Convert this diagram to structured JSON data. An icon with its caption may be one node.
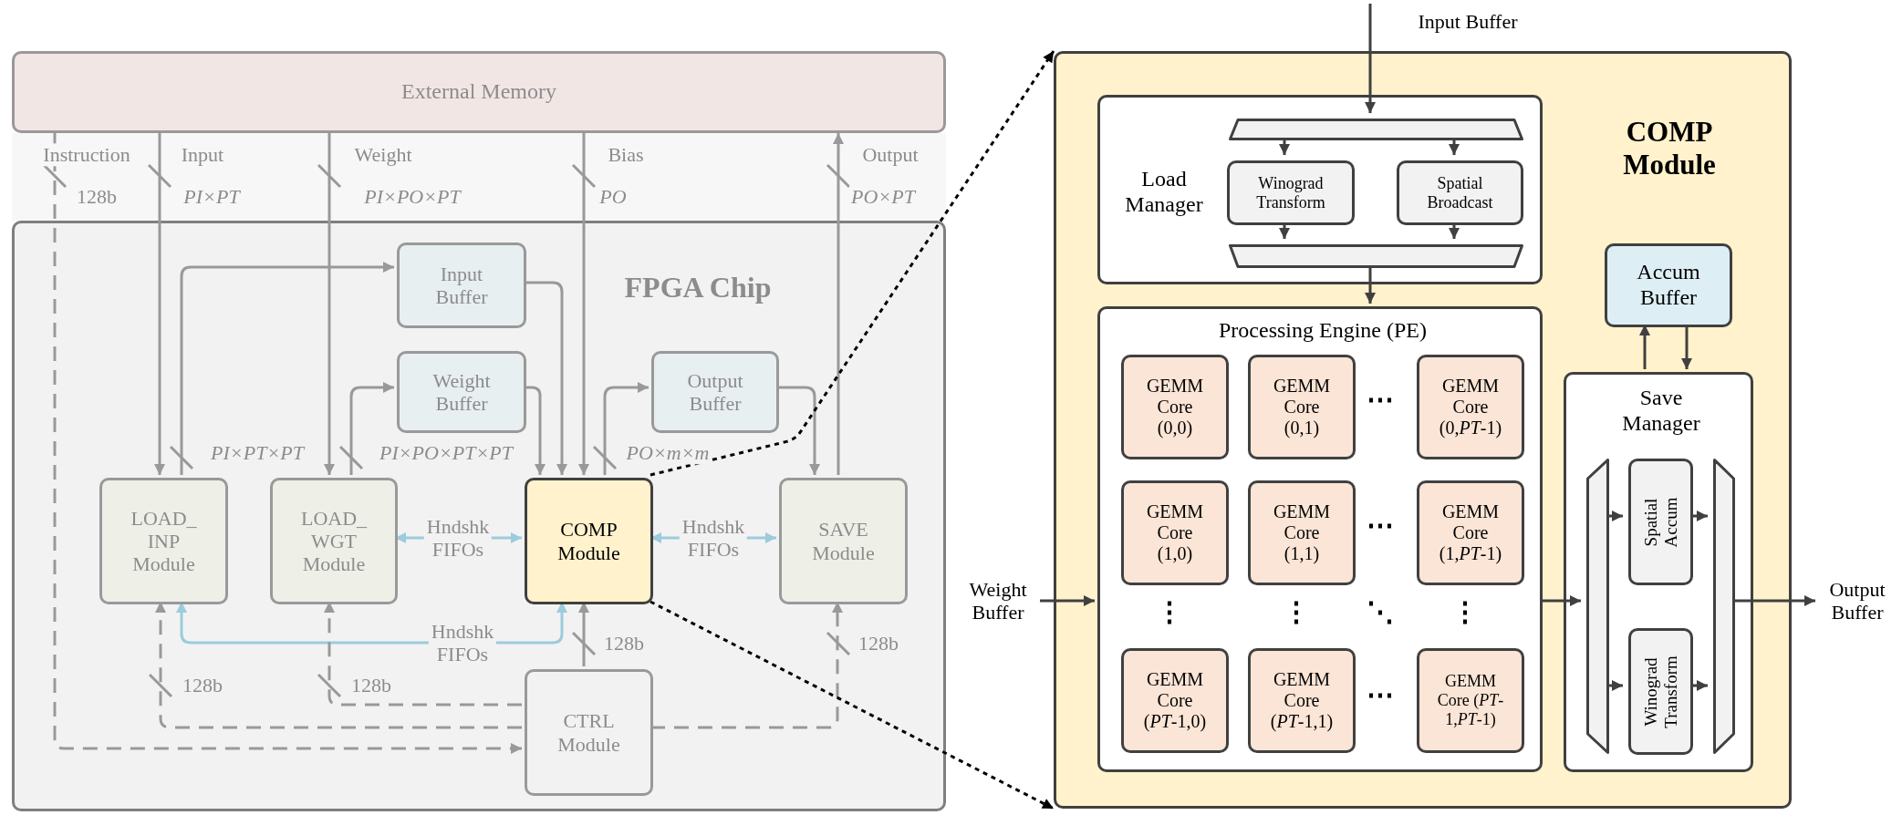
{
  "diagram": {
    "nodes": [
      {
        "text": [
          "External Memory"
        ]
      },
      {
        "text": [
          "FPGA Chip"
        ]
      },
      {
        "text": [
          "Input Buffer"
        ],
        "in": 1
      },
      {
        "text": [
          "Weight Buffer"
        ],
        "in": 1
      },
      {
        "text": [
          "Output Buffer"
        ],
        "in": 1
      },
      {
        "text": [
          "LOAD_ INP Module"
        ],
        "in": 1
      },
      {
        "text": [
          "LOAD_ WGT Module"
        ],
        "in": 1
      },
      {
        "text": [
          "COMP Module"
        ],
        "in": 1
      },
      {
        "text": [
          "SAVE Module"
        ],
        "in": 1
      },
      {
        "text": [
          "CTRL Module"
        ],
        "in": 1
      },
      {
        "text": [
          "COMP Module"
        ]
      },
      {
        "text": [
          "Load Manager"
        ],
        "in": 10
      },
      {
        "text": [],
        "shape": "trapezoid",
        "in": 11
      },
      {
        "text": [
          "Winograd Transform"
        ],
        "in": 11
      },
      {
        "text": [
          "Spatial Broadcast"
        ],
        "in": 11
      },
      {
        "text": [],
        "shape": "trapezoid",
        "in": 11
      },
      {
        "text": [
          "Processing Engine (PE)"
        ],
        "in": 10
      },
      {
        "text": [
          "GEMM Core (0,0)"
        ],
        "in": 16
      },
      {
        "text": [
          "GEMM Core (0,1)"
        ],
        "in": 16
      },
      {
        "text": [
          "GEMM Core (0,*PT*-1)"
        ],
        "in": 16
      },
      {
        "text": [
          "GEMM Core (1,0)"
        ],
        "in": 16
      },
      {
        "text": [
          "GEMM Core (1,1)"
        ],
        "in": 16
      },
      {
        "text": [
          "GEMM Core (1,*PT*-1)"
        ],
        "in": 16
      },
      {
        "text": [
          "GEMM Core (*PT*-1,0)"
        ],
        "in": 16
      },
      {
        "text": [
          "GEMM Core (*PT*-1,1)"
        ],
        "in": 16
      },
      {
        "text": [
          "GEMM Core (*PT*-1,*PT*-1)"
        ],
        "in": 16
      },
      {
        "text": [
          "Accum Buffer"
        ],
        "in": 10
      },
      {
        "text": [
          "Save Manager"
        ],
        "in": 10
      },
      {
        "text": [],
        "shape": "trapezoid",
        "in": 27
      },
      {
        "text": [
          "Spatial Accum"
        ],
        "in": 27
      },
      {
        "text": [
          "Winograd Transform"
        ],
        "in": 27
      },
      {
        "text": [],
        "shape": "trapezoid",
        "in": 27
      }
    ],
    "edges": [
      {
        "from": 0,
        "to": 5,
        "arrow": "to",
        "label": "Input"
      },
      {
        "from": 0,
        "to": 6,
        "arrow": "to",
        "label": "Weight"
      },
      {
        "from": 0,
        "to": 7,
        "arrow": "to",
        "label": "Bias"
      },
      {
        "from": 8,
        "to": 0,
        "arrow": "to",
        "label": "Output"
      },
      {
        "from": 0,
        "to": 9,
        "arrow": "to",
        "label": "Instruction",
        "style": "dashed"
      },
      {
        "from": 5,
        "to": 2,
        "arrow": "to"
      },
      {
        "from": 6,
        "to": 3,
        "arrow": "to"
      },
      {
        "from": 2,
        "to": 7,
        "arrow": "to"
      },
      {
        "from": 3,
        "to": 7,
        "arrow": "to"
      },
      {
        "from": 7,
        "to": 4,
        "arrow": "to"
      },
      {
        "from": 4,
        "to": 8,
        "arrow": "to"
      },
      {
        "from": 6,
        "to": 7,
        "arrow": "both",
        "label": "Hndshk FIFOs",
        "color": "#9ccbdc"
      },
      {
        "from": 7,
        "to": 8,
        "arrow": "both",
        "label": "Hndshk FIFOs",
        "color": "#9ccbdc"
      },
      {
        "from": 5,
        "to": 7,
        "arrow": "both",
        "label": "Hndshk FIFOs",
        "color": "#9ccbdc"
      },
      {
        "from": 9,
        "to": 7,
        "arrow": "to"
      },
      {
        "from": 9,
        "to": 5,
        "arrow": "to",
        "style": "dashed"
      },
      {
        "from": 9,
        "to": 6,
        "arrow": "to",
        "style": "dashed"
      },
      {
        "from": 9,
        "to": 8,
        "arrow": "to",
        "style": "dashed"
      },
      {
        "from": 7,
        "to": 10,
        "arrow": "to",
        "style": "dashed",
        "color": "#000000"
      },
      {
        "from": 7,
        "to": 10,
        "arrow": "to",
        "style": "dashed",
        "color": "#000000"
      },
      {
        "from": null,
        "to": 12,
        "arrow": "to",
        "label": "Input Buffer",
        "color": "#404040"
      },
      {
        "from": 12,
        "to": 13,
        "arrow": "to",
        "color": "#404040"
      },
      {
        "from": 12,
        "to": 14,
        "arrow": "to",
        "color": "#404040"
      },
      {
        "from": 13,
        "to": 15,
        "arrow": "to",
        "color": "#404040"
      },
      {
        "from": 14,
        "to": 15,
        "arrow": "to",
        "color": "#404040"
      },
      {
        "from": 15,
        "to": 16,
        "arrow": "to",
        "color": "#404040"
      },
      {
        "from": null,
        "to": 16,
        "arrow": "to",
        "label": "Weight Buffer",
        "color": "#404040"
      },
      {
        "from": 16,
        "to": 28,
        "arrow": "to",
        "color": "#404040"
      },
      {
        "from": 28,
        "to": 29,
        "arrow": "to",
        "color": "#404040"
      },
      {
        "from": 28,
        "to": 30,
        "arrow": "to",
        "color": "#404040"
      },
      {
        "from": 29,
        "to": 31,
        "arrow": "to",
        "color": "#404040"
      },
      {
        "from": 30,
        "to": 31,
        "arrow": "to",
        "color": "#404040"
      },
      {
        "from": 31,
        "to": null,
        "arrow": "to",
        "label": "Output Buffer",
        "color": "#404040"
      },
      {
        "from": 27,
        "to": 26,
        "arrow": "to",
        "color": "#404040"
      },
      {
        "from": 26,
        "to": 27,
        "arrow": "to",
        "color": "#404040"
      }
    ],
    "labels": [
      "128b",
      "PI×PT",
      "PI×PO×PT",
      "PO",
      "PO×PT",
      "PI×PT×PT",
      "PI×PO×PT×PT",
      "PO×m×m",
      "⋯",
      "⋯",
      "⋮",
      "⋮",
      "⋱",
      "⋮",
      "128b",
      "128b",
      "128b",
      "128b",
      "⋯"
    ]
  }
}
